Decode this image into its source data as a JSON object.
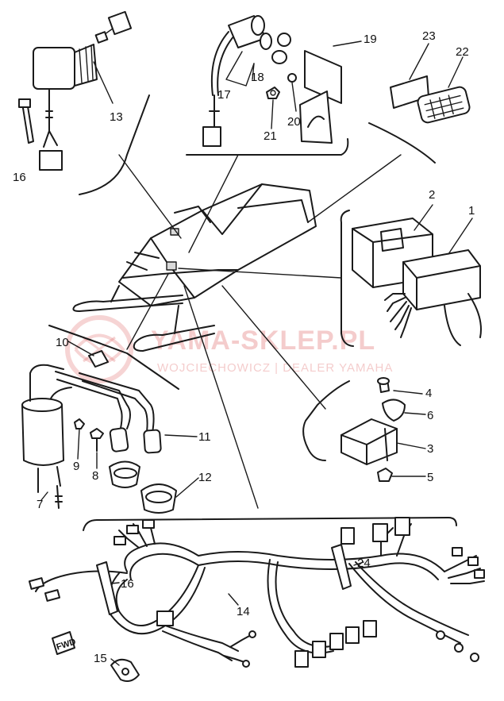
{
  "watermark": {
    "brand": "YAMA-SKLEP.PL",
    "dealer": "WOJCIECHOWICZ | DEALER YAMAHA"
  },
  "fwd_tag": "FWD",
  "callouts": {
    "c1": "1",
    "c2": "2",
    "c3": "3",
    "c4": "4",
    "c5": "5",
    "c6": "6",
    "c7": "7",
    "c8": "8",
    "c9": "9",
    "c10": "10",
    "c11": "11",
    "c12": "12",
    "c13": "13",
    "c14": "14",
    "c15": "15",
    "c16a": "16",
    "c16b": "16",
    "c17": "17",
    "c18": "18",
    "c19": "19",
    "c20": "20",
    "c21": "21",
    "c22": "22",
    "c23": "23",
    "c24": "24"
  }
}
